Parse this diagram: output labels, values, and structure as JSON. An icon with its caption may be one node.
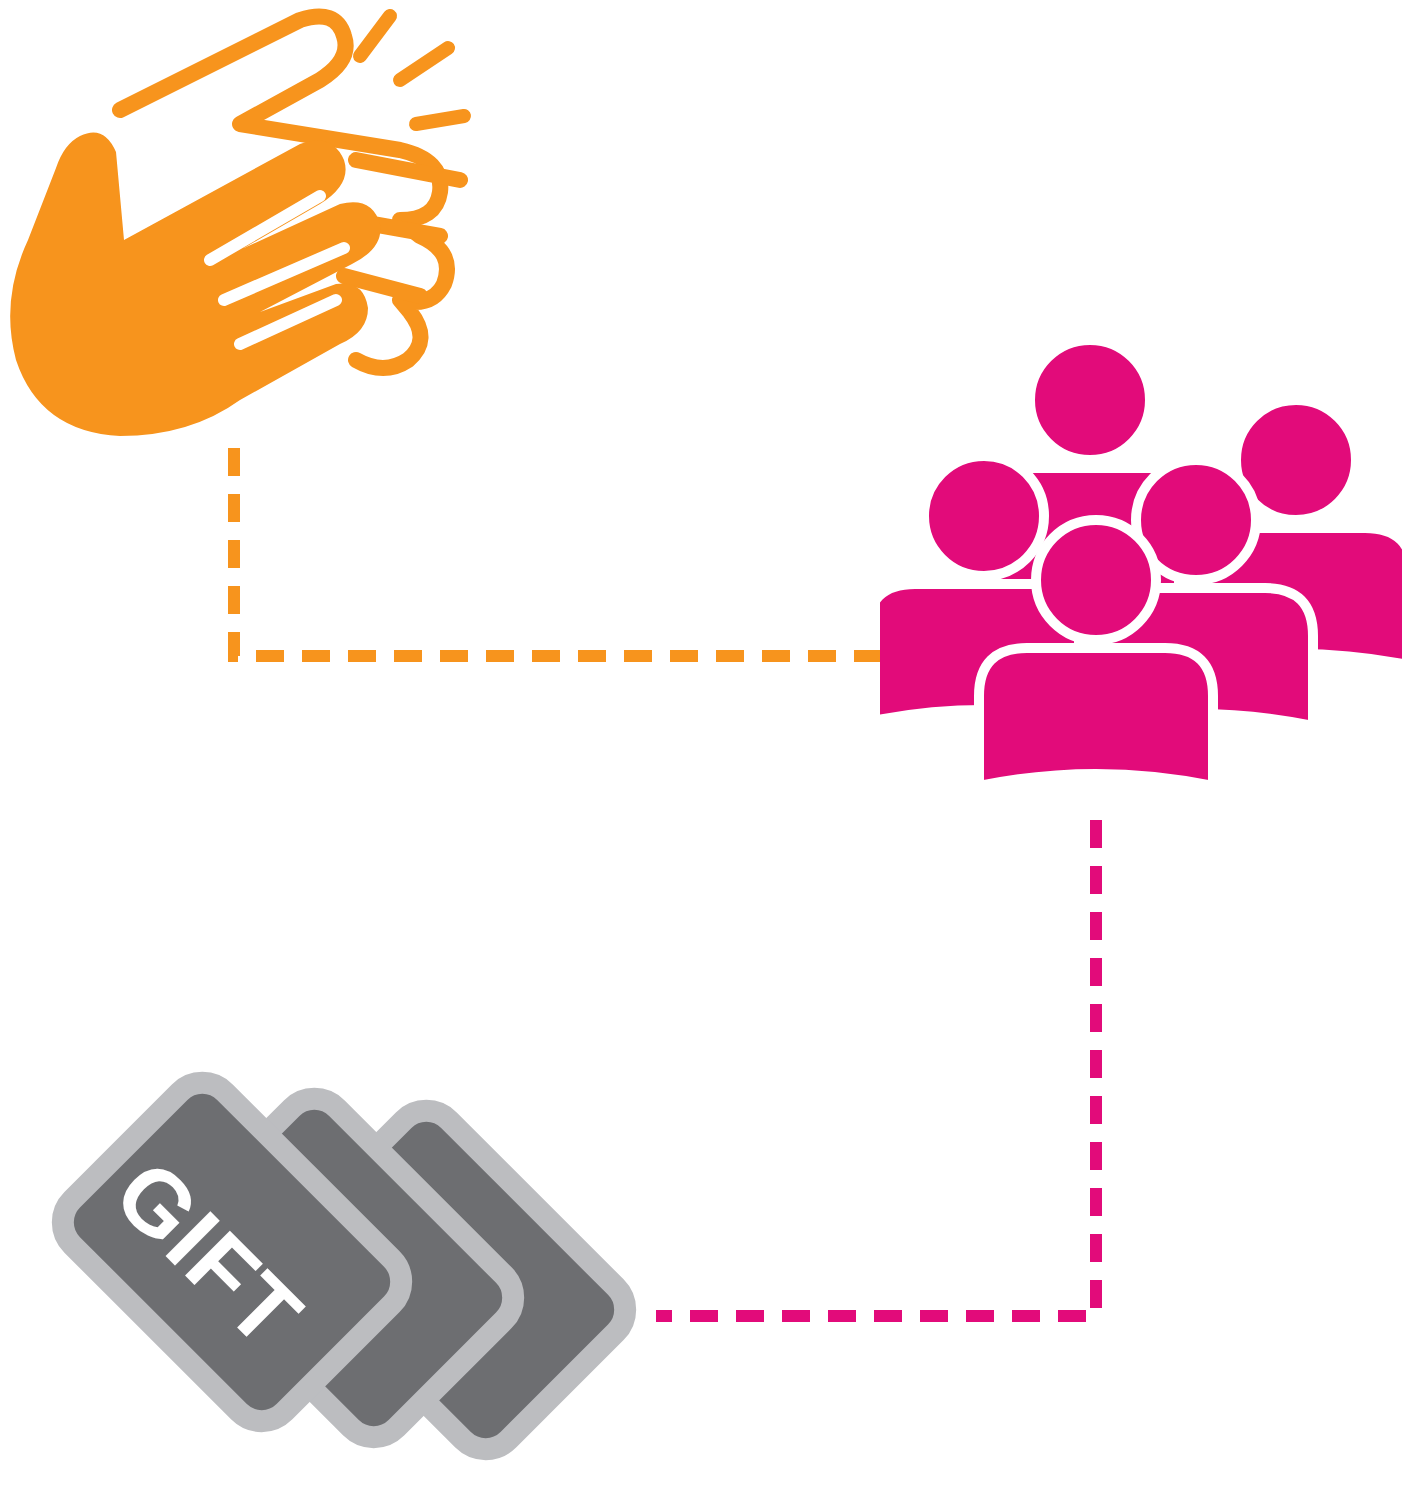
{
  "diagram": {
    "nodes": [
      {
        "text": [],
        "shape": "picture"
      },
      {
        "text": [],
        "shape": "picture"
      },
      {
        "text": [
          "GIFT"
        ]
      }
    ],
    "edges": [
      {
        "from": 0,
        "to": 1,
        "arrow": "none",
        "style": "dashed",
        "color": "#f7941d"
      },
      {
        "from": 1,
        "to": 2,
        "arrow": "none",
        "style": "dashed",
        "color": "#e20b7a"
      }
    ]
  }
}
